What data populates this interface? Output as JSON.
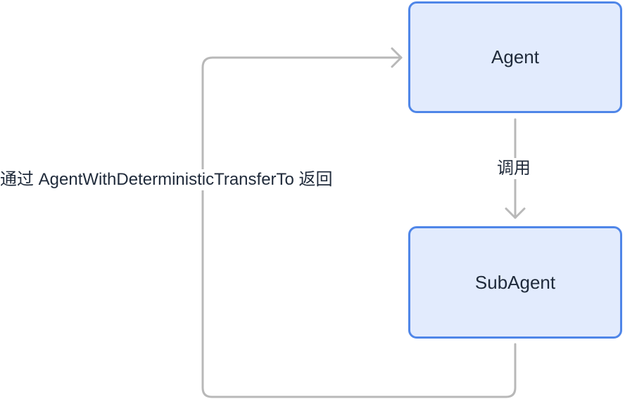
{
  "nodes": {
    "agent": {
      "label": "Agent"
    },
    "subagent": {
      "label": "SubAgent"
    }
  },
  "edges": {
    "call": {
      "label": "调用"
    },
    "return": {
      "label": "通过 AgentWithDeterministicTransferTo 返回"
    }
  },
  "colors": {
    "node_fill": "#e2ebfd",
    "node_border": "#4f86e8",
    "edge": "#b8b8b8",
    "text": "#1f2a3a"
  }
}
